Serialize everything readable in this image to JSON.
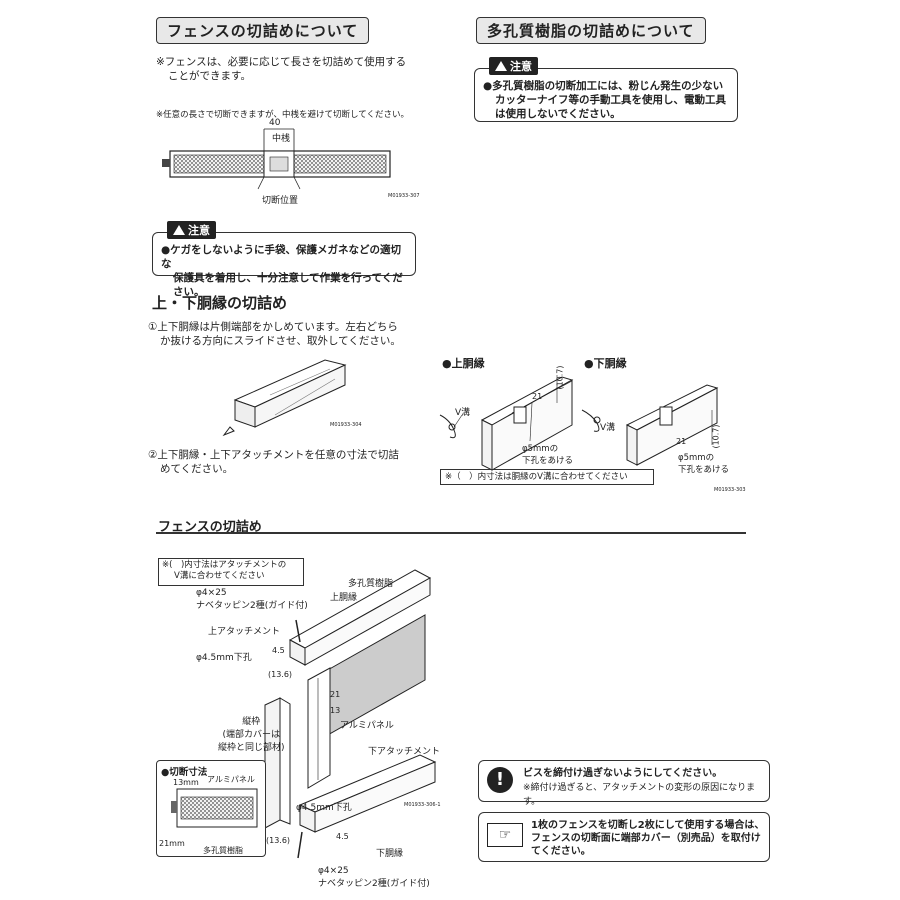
{
  "top_left": {
    "title": "フェンスの切詰めについて",
    "note1_line1": "※フェンスは、必要に応じて長さを切詰めて使用する",
    "note1_line2": "ことができます。",
    "note2": "※任意の長さで切断できますが、中桟を避けて切断してください。",
    "dim_40": "40",
    "label_center": "中桟",
    "label_cut": "切断位置",
    "code": "M01933-307"
  },
  "caution1": {
    "tag": "注意",
    "line1": "●ケガをしないように手袋、保護メガネなどの適切な",
    "line2": "保護具を着用し、十分注意して作業を行ってください。"
  },
  "top_right": {
    "title": "多孔質樹脂の切詰めについて"
  },
  "caution2": {
    "tag": "注意",
    "line1": "●多孔質樹脂の切断加工には、粉じん発生の少ない",
    "line2": "カッターナイフ等の手動工具を使用し、電動工具",
    "line3": "は使用しないでください。"
  },
  "upper_lower": {
    "heading": "上・下胴縁の切詰め",
    "step1_line1": "①上下胴縁は片側端部をかしめています。左右どちら",
    "step1_line2": "か抜ける方向にスライドさせ、取外してください。",
    "code1": "M01933-304",
    "step2_line1": "②上下胴縁・上下アタッチメントを任意の寸法で切詰",
    "step2_line2": "めてください。",
    "upper_label": "●上胴縁",
    "lower_label": "●下胴縁",
    "v_groove1": "V溝",
    "v_groove2": "V溝",
    "dim_107a": "(10.7)",
    "dim_21a": "21",
    "hole_a1": "φ5mmの",
    "hole_a2": "下孔をあける",
    "dim_107b": "(10.7)",
    "dim_21b": "21",
    "hole_b1": "φ5mmの",
    "hole_b2": "下孔をあける",
    "note_box": "※（　）内寸法は胴縁のV溝に合わせてください",
    "code2": "M01933-303"
  },
  "fence_cut": {
    "heading": "フェンスの切詰め",
    "note_line1": "※(　)内寸法はアタッチメントの",
    "note_line2": "V溝に合わせてください",
    "pin_top1": "φ4×25",
    "pin_top2": "ナベタッピン2種(ガイド付)",
    "upper_rail": "上胴縁",
    "porous": "多孔質樹脂",
    "upper_attach": "上アタッチメント",
    "hole_top": "φ4.5mm下孔",
    "dim_45a": "4.5",
    "dim_136a": "(13.6)",
    "dim_21": "21",
    "dim_13": "13",
    "alum_panel": "アルミパネル",
    "frame1": "縦枠",
    "frame2": "(端部カバーは",
    "frame3": "縦枠と同じ部材)",
    "lower_attach": "下アタッチメント",
    "hole_bottom": "φ4.5mm下孔",
    "dim_45b": "4.5",
    "dim_136b": "(13.6)",
    "lower_rail": "下胴縁",
    "pin_bot1": "φ4×25",
    "pin_bot2": "ナベタッピン2種(ガイド付)",
    "code": "M01933-306-1",
    "cut_title": "●切断寸法",
    "cut_13": "13mm",
    "cut_alum": "アルミパネル",
    "cut_21": "21mm",
    "cut_porous": "多孔質樹脂"
  },
  "info1": {
    "line1": "ビスを締付け過ぎないようにしてください。",
    "line2": "※締付け過ぎると、アタッチメントの変形の原因になります。"
  },
  "info2": {
    "line1": "1枚のフェンスを切断し2枚にして使用する場合は、",
    "line2": "フェンスの切断面に端部カバー（別売品）を取付け",
    "line3": "てください。"
  }
}
